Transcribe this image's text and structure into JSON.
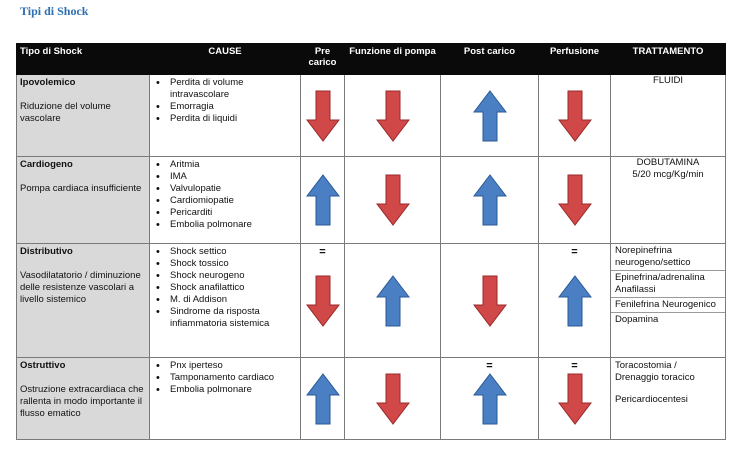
{
  "title": "Tipi di Shock",
  "headers": {
    "tipo": "Tipo di Shock",
    "cause": "CAUSE",
    "precarico": "Pre carico",
    "pompa": "Funzione di pompa",
    "postcarico": "Post carico",
    "perfusione": "Perfusione",
    "trattamento": "TRATTAMENTO"
  },
  "colors": {
    "up": "#4a7fc4",
    "down": "#d04848",
    "header": "#0a0a0a",
    "typeBg": "#d9d9d9",
    "title": "#2e6fb0"
  },
  "rows": [
    {
      "type": "Ipovolemico",
      "desc": "Riduzione del volume vascolare",
      "causes": [
        "Perdita di volume intravascolare",
        "Emorragia",
        "Perdita di liquidi"
      ],
      "precarico": "down",
      "pompa": "down",
      "postcarico": "up",
      "perfusione": "down",
      "treatment": "FLUIDI"
    },
    {
      "type": "Cardiogeno",
      "desc": "Pompa cardiaca insufficiente",
      "causes": [
        "Aritmia",
        "IMA",
        "Valvulopatie",
        "Cardiomiopatie",
        "Pericarditi",
        "Embolia polmonare"
      ],
      "precarico": "up",
      "pompa": "down",
      "postcarico": "up",
      "perfusione": "down",
      "treatment": "DOBUTAMINA",
      "treatment_sub": "5/20 mcg/Kg/min"
    },
    {
      "type": "Distributivo",
      "desc": "Vasodilatatorio / diminuzione delle resistenze vascolari a livello sistemico",
      "causes": [
        "Shock settico",
        "Shock tossico",
        "Shock neurogeno",
        "Shock anafilattico",
        "M. di Addison",
        "Sindrome da risposta infiammatoria sistemica"
      ],
      "precarico_eq": "=",
      "precarico": "down",
      "pompa": "up",
      "postcarico": "down",
      "perfusione_eq": "=",
      "perfusione": "up",
      "treatments": [
        "Norepinefrina neurogeno/settico",
        "Epinefrina/adrenalina Anafilassi",
        "Fenilefrina Neurogenico",
        "Dopamina"
      ]
    },
    {
      "type": "Ostruttivo",
      "desc": "Ostruzione extracardiaca che rallenta in modo importante il flusso ematico",
      "causes": [
        "Pnx iperteso",
        "Tamponamento cardiaco",
        "Embolia polmonare"
      ],
      "precarico": "up",
      "pompa": "down",
      "postcarico_eq": "=",
      "postcarico": "up",
      "perfusione_eq": "=",
      "perfusione": "down",
      "treatment_a": "Toracostomia / Drenaggio toracico",
      "treatment_b": "Pericardiocentesi"
    }
  ]
}
